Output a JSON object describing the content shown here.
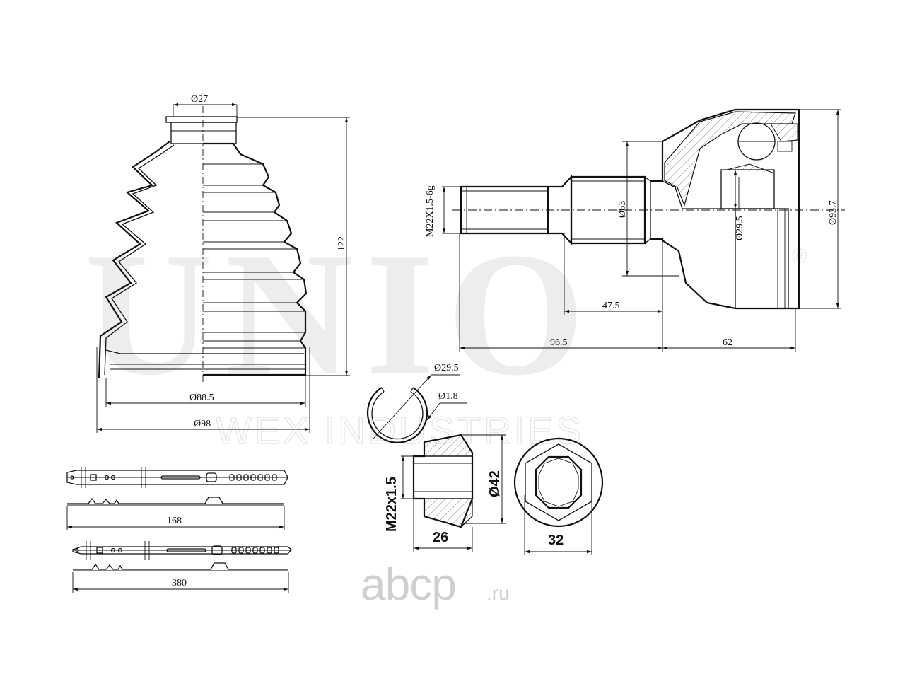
{
  "watermark": {
    "brand": "UNIO",
    "registered": "®",
    "tagline": "WEX INDUSTRIES"
  },
  "logo": {
    "name": "abcp",
    "tld": ".ru"
  },
  "boot": {
    "dim_top_diameter": "Ø27",
    "dim_height": "122",
    "dim_inner_diameter": "Ø88.5",
    "dim_outer_diameter": "Ø98"
  },
  "joint": {
    "dim_thread": "M22X1.5-6g",
    "dim_shaft_diameter": "Ø63",
    "dim_spline_diameter": "Ø29.5",
    "dim_outer_diameter": "Ø93.7",
    "dim_shaft_length": "47.5",
    "dim_total_length": "96.5",
    "dim_body_length": "62"
  },
  "circlip": {
    "dim_diameter": "Ø29.5",
    "dim_wire": "Ø1.8"
  },
  "nut": {
    "dim_thread": "M22x1.5",
    "dim_outer": "Ø42",
    "dim_height": "26",
    "dim_hex": "32"
  },
  "clamps": {
    "small_length": "168",
    "large_length": "380"
  }
}
